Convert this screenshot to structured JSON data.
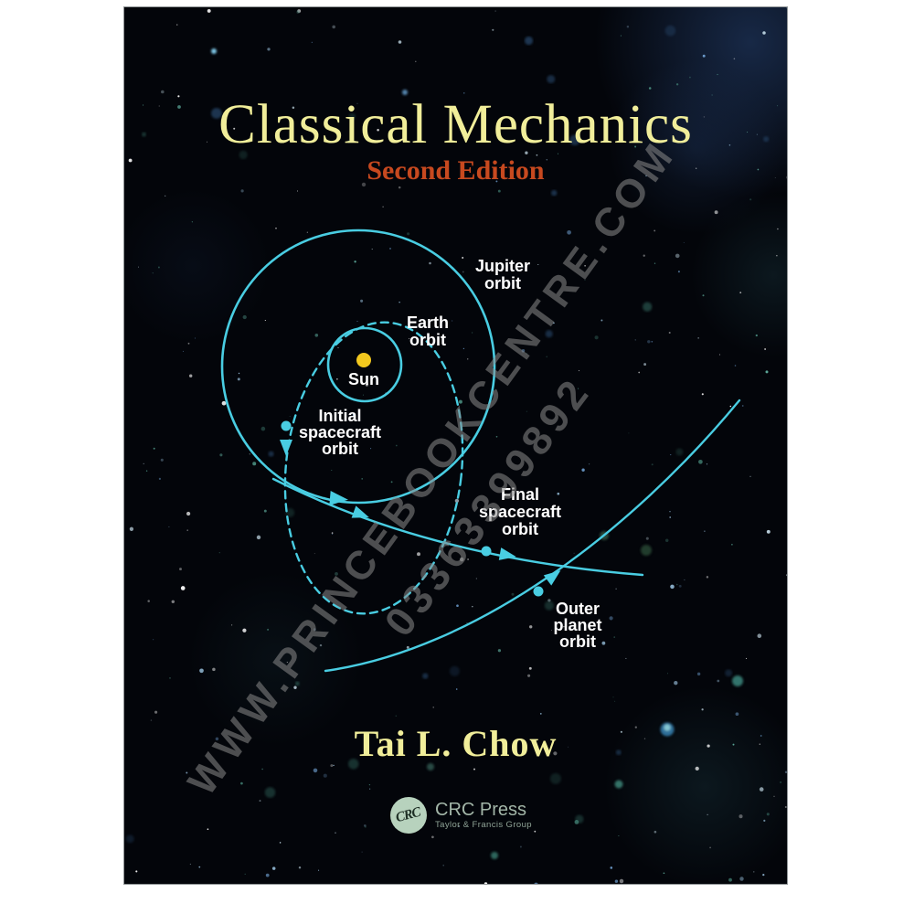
{
  "cover": {
    "title": "Classical Mechanics",
    "edition": "Second Edition",
    "author": "Tai L. Chow",
    "publisher": {
      "abbr": "CRC",
      "name": "CRC Press",
      "tagline": "Taylor & Francis Group"
    },
    "diagram": {
      "labels": {
        "jupiter_orbit": [
          "Jupiter",
          "orbit"
        ],
        "earth_orbit": [
          "Earth",
          "orbit"
        ],
        "sun": "Sun",
        "initial_spacecraft_orbit": [
          "Initial",
          "spacecraft",
          "orbit"
        ],
        "final_spacecraft_orbit": [
          "Final",
          "spacecraft",
          "orbit"
        ],
        "outer_planet_orbit": [
          "Outer",
          "planet",
          "orbit"
        ]
      },
      "colors": {
        "orbit_line": "#49cde2",
        "sun": "#f2c81e",
        "label": "#ffffff"
      }
    },
    "watermark": {
      "line1": "WWW.PRINCEBOOKCENTRE.COM",
      "line2": "03363399892"
    },
    "colors": {
      "title": "#f1ee9a",
      "edition": "#c7491f",
      "author": "#f1ee9a",
      "background": "#03050a"
    }
  }
}
